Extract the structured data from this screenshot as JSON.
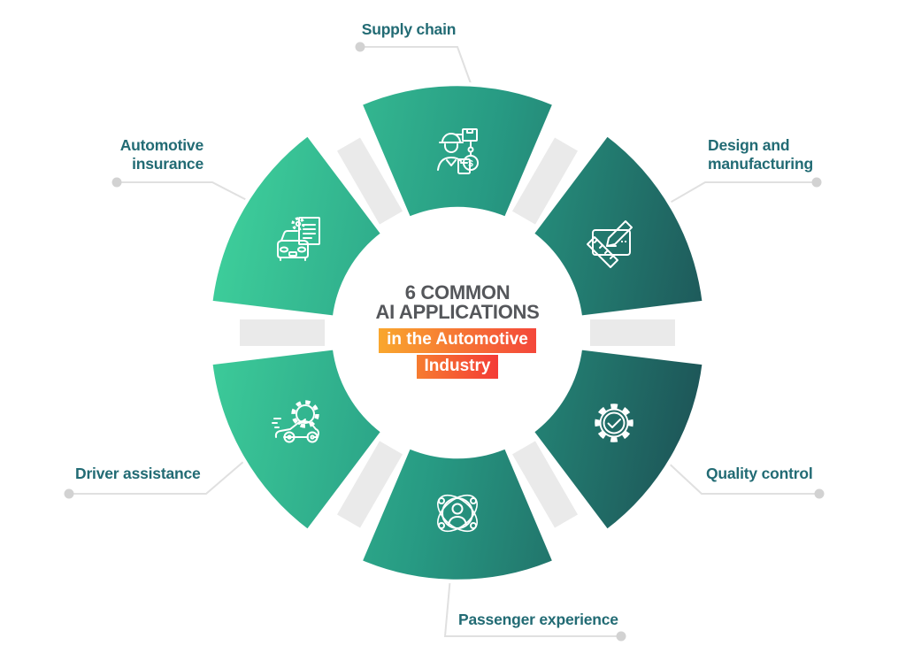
{
  "title": {
    "line1": "6 COMMON",
    "line2": "AI APPLICATIONS",
    "highlight_line1": "in the Automotive",
    "highlight_line2": "Industry"
  },
  "segments": [
    {
      "name": "supply-chain",
      "label_lines": [
        "Supply chain"
      ],
      "icon": "supply-chain-icon"
    },
    {
      "name": "design-and-manufacturing",
      "label_lines": [
        "Design and",
        "manufacturing"
      ],
      "icon": "design-manufacturing-icon"
    },
    {
      "name": "quality-control",
      "label_lines": [
        "Quality control"
      ],
      "icon": "quality-control-icon"
    },
    {
      "name": "passenger-experience",
      "label_lines": [
        "Passenger experience"
      ],
      "icon": "passenger-experience-icon"
    },
    {
      "name": "driver-assistance",
      "label_lines": [
        "Driver assistance"
      ],
      "icon": "driver-assistance-icon"
    },
    {
      "name": "automotive-insurance",
      "label_lines": [
        "Automotive",
        "insurance"
      ],
      "icon": "automotive-insurance-icon"
    }
  ],
  "colors": {
    "ring_gradient_start": "#3ecf9b",
    "ring_gradient_mid": "#279a83",
    "ring_gradient_end": "#1d5457",
    "title_text": "#55575b",
    "label_text": "#226b74",
    "chip1_gradient_start": "#f9a72e",
    "chip1_gradient_end": "#f4473a",
    "chip2_gradient_start": "#f67c30",
    "chip2_gradient_end": "#f43b36",
    "separator_band": "#eaeaea",
    "connector_line": "#e0e0e0",
    "connector_dot": "#d2d2d2"
  }
}
